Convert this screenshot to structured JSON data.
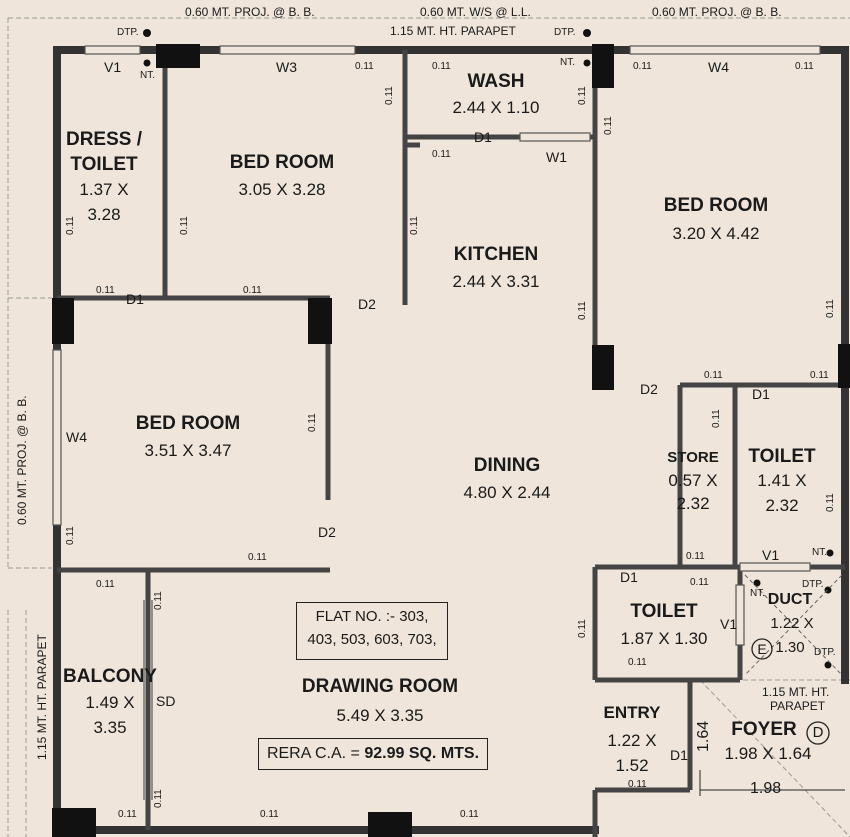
{
  "annotations": {
    "proj_top_left": "0.60 MT. PROJ. @ B. B.",
    "ws_top": "0.60 MT. W/S @ L.L.",
    "proj_top_right": "0.60 MT. PROJ. @ B. B.",
    "parapet_top": "1.15 MT. HT. PARAPET",
    "proj_left": "0.60 MT. PROJ. @ B. B.",
    "parapet_left": "1.15 MT. HT. PARAPET",
    "parapet_foyer_1": "1.15 MT. HT.",
    "parapet_foyer_2": "PARAPET",
    "foyer_height": "1.64",
    "foyer_width": "1.98"
  },
  "rooms": {
    "dress_toilet": {
      "name_1": "DRESS /",
      "name_2": "TOILET",
      "dim_1": "1.37 X",
      "dim_2": "3.28"
    },
    "bed_room_1": {
      "name": "BED ROOM",
      "dim": "3.05 X 3.28"
    },
    "wash": {
      "name": "WASH",
      "dim": "2.44 X 1.10"
    },
    "kitchen": {
      "name": "KITCHEN",
      "dim": "2.44 X 3.31"
    },
    "bed_room_2": {
      "name": "BED ROOM",
      "dim": "3.20 X 4.42"
    },
    "bed_room_3": {
      "name": "BED ROOM",
      "dim": "3.51 X 3.47"
    },
    "dining": {
      "name": "DINING",
      "dim": "4.80 X 2.44"
    },
    "store": {
      "name": "STORE",
      "dim_1": "0.57 X",
      "dim_2": "2.32"
    },
    "toilet_1": {
      "name": "TOILET",
      "dim_1": "1.41 X",
      "dim_2": "2.32"
    },
    "toilet_2": {
      "name": "TOILET",
      "dim": "1.87 X 1.30"
    },
    "duct": {
      "name": "DUCT",
      "dim_1": "1.22 X",
      "dim_2": "1.30",
      "tag": "E"
    },
    "balcony": {
      "name": "BALCONY",
      "dim_1": "1.49 X",
      "dim_2": "3.35"
    },
    "drawing_room": {
      "name": "DRAWING ROOM",
      "dim": "5.49 X 3.35"
    },
    "entry": {
      "name": "ENTRY",
      "dim_1": "1.22 X",
      "dim_2": "1.52"
    },
    "foyer": {
      "name": "FOYER",
      "dim": "1.98 X 1.64",
      "tag": "D"
    }
  },
  "openings": {
    "v1": "V1",
    "w3": "W3",
    "w4": "W4",
    "d1": "D1",
    "d2": "D2",
    "w1": "W1",
    "sd": "SD",
    "dtp": "DTP.",
    "nt": "NT.",
    "wall": "0.11"
  },
  "flat_info": {
    "line_1": "FLAT NO. :- 303,",
    "line_2": "403, 503, 603, 703,"
  },
  "rera": {
    "prefix": "RERA C.A. =",
    "value": "92.99 SQ. MTS."
  }
}
